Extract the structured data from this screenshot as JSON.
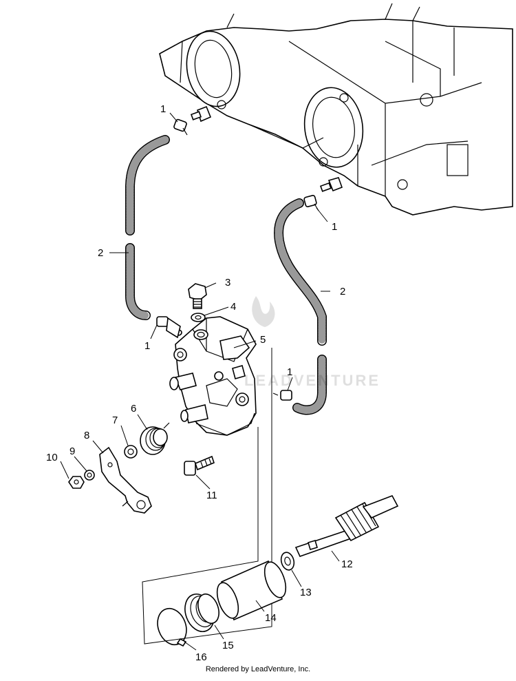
{
  "diagram": {
    "callouts": [
      {
        "id": "c1a",
        "label": "1"
      },
      {
        "id": "c1b",
        "label": "1"
      },
      {
        "id": "c1c",
        "label": "1"
      },
      {
        "id": "c1d",
        "label": "1"
      },
      {
        "id": "c2a",
        "label": "2"
      },
      {
        "id": "c2b",
        "label": "2"
      },
      {
        "id": "c3",
        "label": "3"
      },
      {
        "id": "c4",
        "label": "4"
      },
      {
        "id": "c5",
        "label": "5"
      },
      {
        "id": "c6",
        "label": "6"
      },
      {
        "id": "c7",
        "label": "7"
      },
      {
        "id": "c8",
        "label": "8"
      },
      {
        "id": "c9",
        "label": "9"
      },
      {
        "id": "c10",
        "label": "10"
      },
      {
        "id": "c11",
        "label": "11"
      },
      {
        "id": "c12",
        "label": "12"
      },
      {
        "id": "c13",
        "label": "13"
      },
      {
        "id": "c14",
        "label": "14"
      },
      {
        "id": "c15",
        "label": "15"
      },
      {
        "id": "c16",
        "label": "16"
      }
    ],
    "watermark": "LEADVENTURE",
    "footer": "Rendered by LeadVenture, Inc."
  }
}
